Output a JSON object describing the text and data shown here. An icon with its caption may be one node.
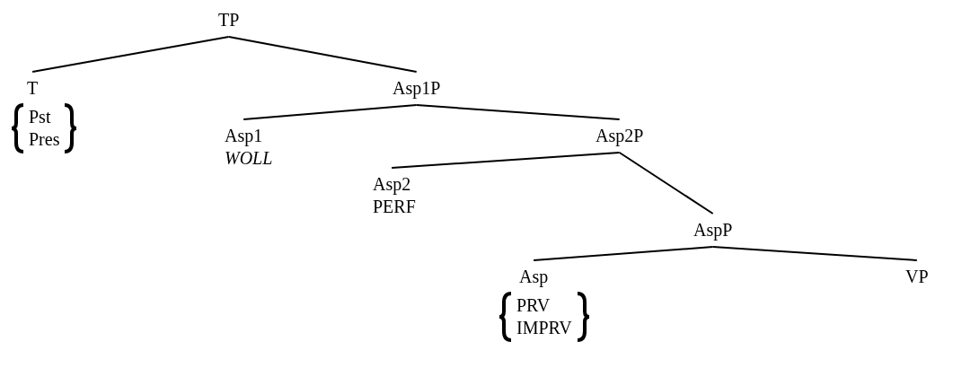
{
  "diagram": {
    "nodes": [
      {
        "text": [
          "TP"
        ]
      },
      {
        "text": [
          "T",
          "Pst",
          "Pres"
        ]
      },
      {
        "text": [
          "Asp1P"
        ]
      },
      {
        "text": [
          "Asp1",
          "WOLL"
        ]
      },
      {
        "text": [
          "Asp2P"
        ]
      },
      {
        "text": [
          "Asp2",
          "PERF"
        ]
      },
      {
        "text": [
          "AspP"
        ]
      },
      {
        "text": [
          "Asp",
          "PRV",
          "IMPRV"
        ]
      },
      {
        "text": [
          "VP"
        ]
      }
    ],
    "edges": [
      {
        "from": 0,
        "to": 1,
        "arrow": "none"
      },
      {
        "from": 0,
        "to": 2,
        "arrow": "none"
      },
      {
        "from": 2,
        "to": 3,
        "arrow": "none"
      },
      {
        "from": 2,
        "to": 4,
        "arrow": "none"
      },
      {
        "from": 4,
        "to": 5,
        "arrow": "none"
      },
      {
        "from": 4,
        "to": 6,
        "arrow": "none"
      },
      {
        "from": 6,
        "to": 7,
        "arrow": "none"
      },
      {
        "from": 6,
        "to": 8,
        "arrow": "none"
      }
    ]
  }
}
